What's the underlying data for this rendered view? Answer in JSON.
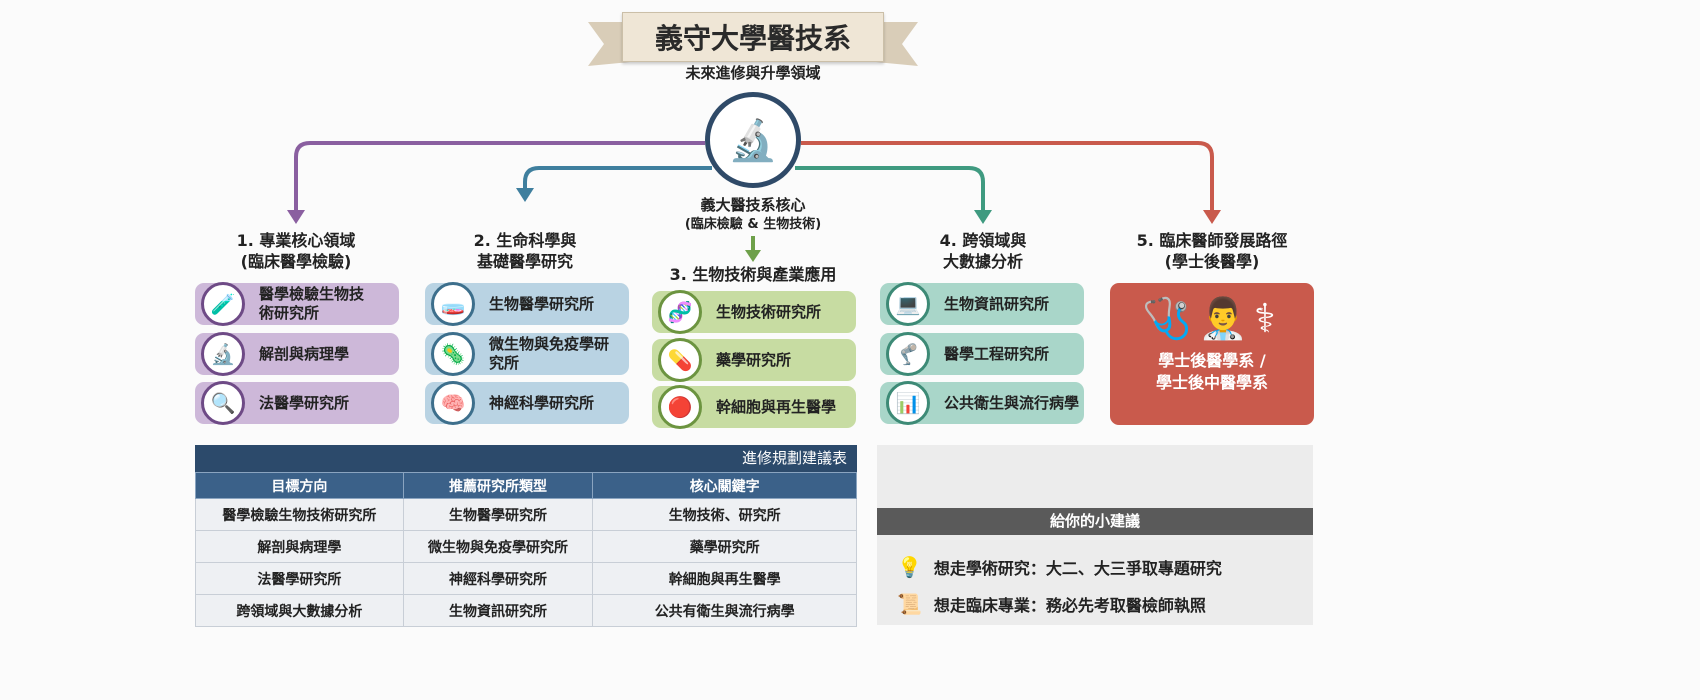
{
  "header": {
    "title": "義守大學醫技系",
    "subtitle": "未來進修與升學領域"
  },
  "hub": {
    "icon": "microscope-dna-icon",
    "label_line1": "義大醫技系核心",
    "label_line2": "(臨床檢驗 & 生物技術)"
  },
  "colors": {
    "purple": "#8a5fa0",
    "blue": "#3f7f9e",
    "green": "#6ea04a",
    "teal": "#3f9a80",
    "red": "#c95a4c",
    "navy": "#2c4a6b"
  },
  "columns": [
    {
      "title1": "1. 專業核心領域",
      "title2": "(臨床醫學檢驗)",
      "items": [
        {
          "icon": "test-tube-icon",
          "glyph": "🧪",
          "label": "醫學檢驗生物技術研究所"
        },
        {
          "icon": "microscope-icon",
          "glyph": "🔬",
          "label": "解剖與病理學"
        },
        {
          "icon": "fingerprint-icon",
          "glyph": "🔍",
          "label": "法醫學研究所"
        }
      ]
    },
    {
      "title1": "2. 生命科學與",
      "title2": "基礎醫學研究",
      "items": [
        {
          "icon": "cell-molecule-icon",
          "glyph": "🧫",
          "label": "生物醫學研究所"
        },
        {
          "icon": "virus-antibody-icon",
          "glyph": "🦠",
          "label": "微生物與免疫學研究所"
        },
        {
          "icon": "brain-icon",
          "glyph": "🧠",
          "label": "神經科學研究所"
        }
      ]
    },
    {
      "title1": "3. 生物技術與產業應用",
      "title2": "",
      "items": [
        {
          "icon": "bioreactor-dna-icon",
          "glyph": "🧬",
          "label": "生物技術研究所"
        },
        {
          "icon": "medicine-bottle-icon",
          "glyph": "💊",
          "label": "藥學研究所"
        },
        {
          "icon": "stem-cell-icon",
          "glyph": "🔴",
          "label": "幹細胞與再生醫學"
        }
      ]
    },
    {
      "title1": "4. 跨領域與",
      "title2": "大數據分析",
      "items": [
        {
          "icon": "computer-database-icon",
          "glyph": "💻",
          "label": "生物資訊研究所"
        },
        {
          "icon": "medical-device-icon",
          "glyph": "🦿",
          "label": "醫學工程研究所"
        },
        {
          "icon": "chart-globe-icon",
          "glyph": "📊",
          "label": "公共衛生與流行病學"
        }
      ]
    },
    {
      "title1": "5. 臨床醫師發展路徑",
      "title2": "(學士後醫學)",
      "card_line1": "學士後醫學系 /",
      "card_line2": "學士後中醫學系",
      "icon": "stethoscope-doctor-caduceus-icon"
    }
  ],
  "table": {
    "caption": "進修規劃建議表",
    "headers": [
      "目標方向",
      "推薦研究所類型",
      "核心關鍵字"
    ],
    "rows": [
      [
        "醫學檢驗生物技術研究所",
        "生物醫學研究所",
        "生物技術、研究所"
      ],
      [
        "解剖與病理學",
        "微生物與免疫學研究所",
        "藥學研究所"
      ],
      [
        "法醫學研究所",
        "神經科學研究所",
        "幹細胞與再生醫學"
      ],
      [
        "跨領域與大數據分析",
        "生物資訊研究所",
        "公共有衛生與流行病學"
      ]
    ]
  },
  "tips": {
    "title": "給你的小建議",
    "items": [
      {
        "icon": "lightbulb-icon",
        "text": "想走學術研究：大二、大三爭取專題研究"
      },
      {
        "icon": "certificate-icon",
        "text": "想走臨床專業：務必先考取醫檢師執照"
      }
    ]
  }
}
